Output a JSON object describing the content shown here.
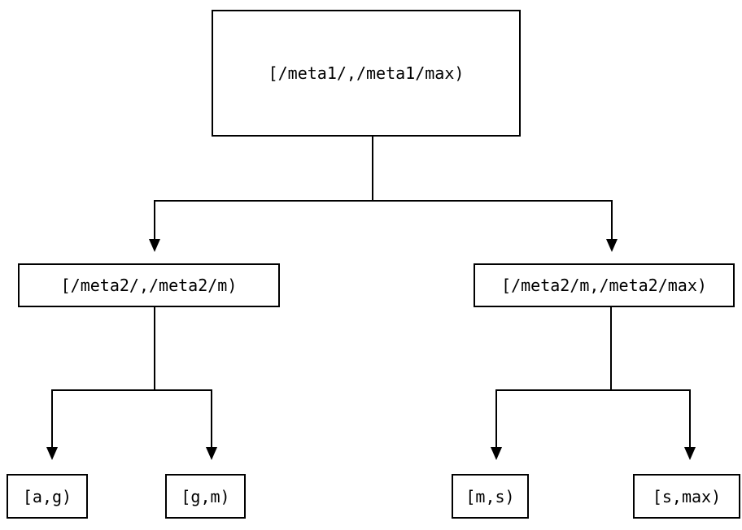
{
  "diagram": {
    "type": "tree",
    "description": "Two-level key-range partition tree",
    "colors": {
      "background": "#ffffff",
      "line": "#000000",
      "text": "#000000",
      "node_fill": "#ffffff",
      "node_border": "#000000"
    },
    "nodes": {
      "root": "[/meta1/,/meta1/max)",
      "left_child": "[/meta2/,/meta2/m)",
      "right_child": "[/meta2/m,/meta2/max)",
      "leaf_1": "[a,g)",
      "leaf_2": "[g,m)",
      "leaf_3": "[m,s)",
      "leaf_4": "[s,max)"
    },
    "edges": [
      {
        "from": "root",
        "to": "left_child",
        "arrow": "down"
      },
      {
        "from": "root",
        "to": "right_child",
        "arrow": "down"
      },
      {
        "from": "left_child",
        "to": "leaf_1",
        "arrow": "down"
      },
      {
        "from": "left_child",
        "to": "leaf_2",
        "arrow": "down"
      },
      {
        "from": "right_child",
        "to": "leaf_3",
        "arrow": "down"
      },
      {
        "from": "right_child",
        "to": "leaf_4",
        "arrow": "down"
      }
    ]
  }
}
